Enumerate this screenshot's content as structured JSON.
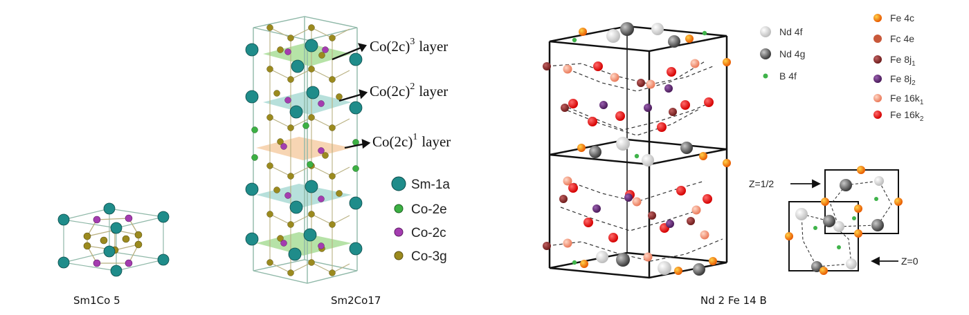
{
  "panels": {
    "sm1co5": {
      "caption": "Sm1Co 5"
    },
    "sm2co17": {
      "caption": "Sm2Co17",
      "layers": [
        {
          "base": "Co(2c)",
          "sup": "3",
          "suffix": "layer"
        },
        {
          "base": "Co(2c)",
          "sup": "2",
          "suffix": "layer"
        },
        {
          "base": "Co(2c)",
          "sup": "1",
          "suffix": "layer"
        }
      ],
      "legend": [
        {
          "label": "Sm-1a",
          "color": "#1f8c8a"
        },
        {
          "label": "Co-2e",
          "color": "#3cb043"
        },
        {
          "label": "Co-2c",
          "color": "#a43cb0"
        },
        {
          "label": "Co-3g",
          "color": "#9b8a1e"
        }
      ],
      "plane_colors": {
        "green": "#9ed98a",
        "cyan": "#9fd6d0",
        "orange": "#f5c79a"
      }
    },
    "nd2fe14b": {
      "caption": "Nd 2 Fe 14 B",
      "legend_left": [
        {
          "label": "Nd 4f",
          "color": "#d4d4d4"
        },
        {
          "label": "Nd 4g",
          "color": "#6e6e6e"
        },
        {
          "label": "B 4f",
          "color": "#3fb34a"
        }
      ],
      "legend_right": [
        {
          "label": "Fe 4c",
          "color": "#f07a10"
        },
        {
          "label": "Fc 4e",
          "color": "#c8583a"
        },
        {
          "label": "Fe 8j",
          "sub": "1",
          "color": "#8e2a2a"
        },
        {
          "label": "Fe 8j",
          "sub": "2",
          "color": "#6a2a7a"
        },
        {
          "label": "Fe 16k",
          "sub": "1",
          "color": "#f2987a"
        },
        {
          "label": "Fe 16k",
          "sub": "2",
          "color": "#e81818"
        }
      ],
      "z_labels": {
        "half": "Z=1/2",
        "zero": "Z=0"
      }
    }
  }
}
